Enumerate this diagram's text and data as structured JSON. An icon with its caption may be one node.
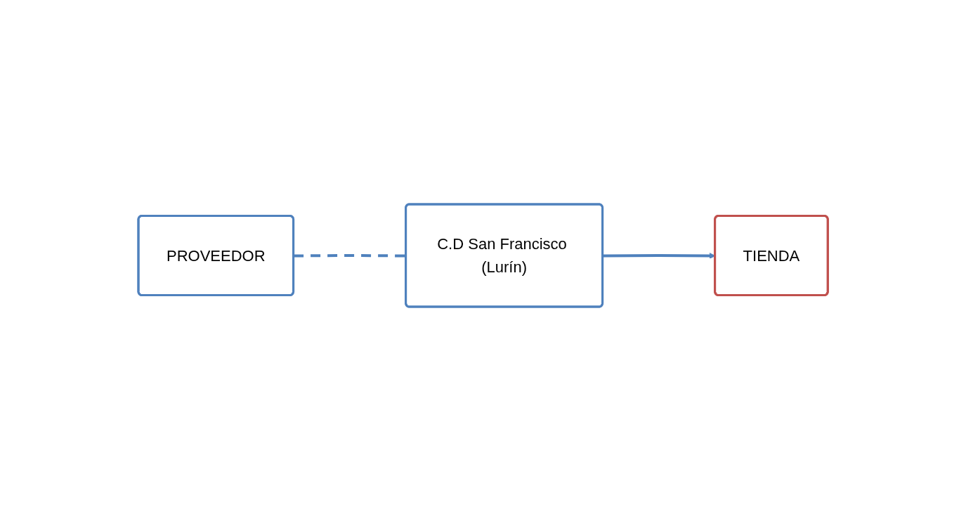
{
  "diagram": {
    "nodes": [
      {
        "text": [
          "PROVEEDOR"
        ]
      },
      {
        "text": [
          "C.D San Francisco (Lurín)"
        ]
      },
      {
        "text": [
          "TIENDA"
        ]
      }
    ],
    "edges": [
      {
        "from": 0,
        "to": 1,
        "arrow": "none",
        "style": "dashed"
      },
      {
        "from": 1,
        "to": 2,
        "arrow": "to"
      }
    ]
  }
}
